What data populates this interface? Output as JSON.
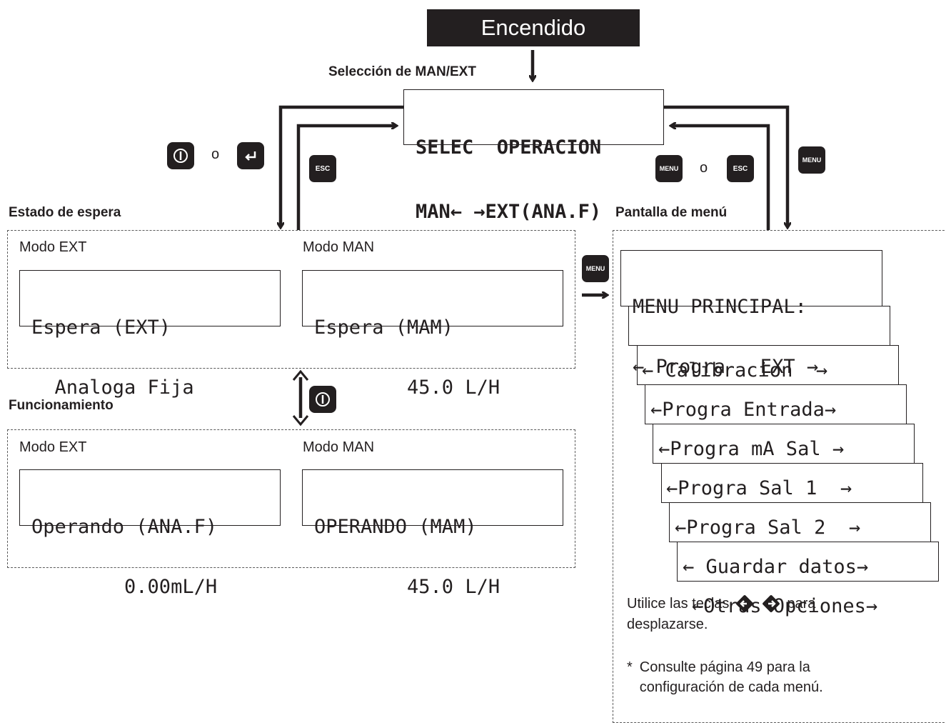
{
  "power_on_label": "Encendido",
  "selection_caption": "Selección de MAN/EXT",
  "select_lcd": {
    "line1": "SELEC  OPERACION",
    "line2": "MAN← →EXT(ANA.F)"
  },
  "keys": {
    "power": "Ⓘ",
    "or": "o",
    "enter": "↵",
    "esc": "ESC",
    "menu": "MENU"
  },
  "standby": {
    "title": "Estado de espera",
    "ext_label": "Modo EXT",
    "man_label": "Modo MAN",
    "ext_lcd": {
      "line1": "Espera (EXT)",
      "line2": "  Analoga Fija"
    },
    "man_lcd": {
      "line1": "Espera (MAM)",
      "line2": "        45.0 L/H"
    }
  },
  "running": {
    "title": "Funcionamiento",
    "ext_label": "Modo EXT",
    "man_label": "Modo MAN",
    "ext_lcd": {
      "line1": "Operando (ANA.F)",
      "line2": "        0.00mL/H"
    },
    "man_lcd": {
      "line1": "OPERANDO (MAM)",
      "line2": "        45.0 L/H"
    }
  },
  "menu": {
    "title": "Pantalla de menú",
    "main_lcd": {
      "line1": "MENU PRINCIPAL:",
      "line2": "← Progra   EXT →"
    },
    "items": [
      "← Calibracion  →",
      "←Progra Entrada→",
      "←Progra mA Sal →",
      "←Progra Sal 1  →",
      "←Progra Sal 2  →",
      "← Guardar datos→",
      "←Otras Opciones→"
    ],
    "scroll_note_pre": "Utilice las teclas",
    "scroll_note_post": "para",
    "scroll_note_line2": "desplazarse.",
    "footnote_star": "*",
    "footnote_line1": "Consulte página 49 para la",
    "footnote_line2": "configuración de cada menú."
  }
}
